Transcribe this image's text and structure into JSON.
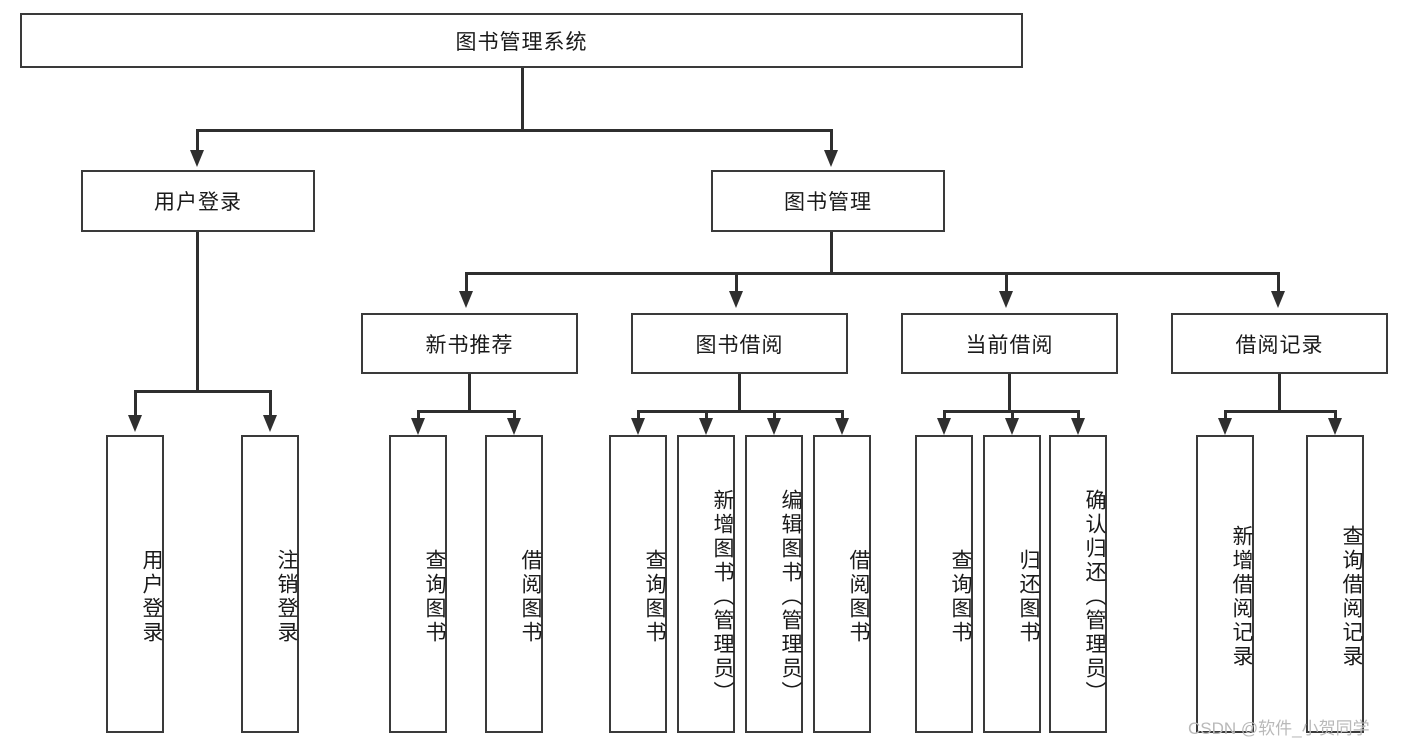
{
  "diagram": {
    "type": "tree-hierarchy-chart",
    "title": "图书管理系统",
    "watermark": "CSDN @软件_小贺同学",
    "colors": {
      "background": "#ffffff",
      "box_border": "#3a3a3a",
      "connector": "#2f2f2f",
      "text": "#1a1a1a",
      "watermark": "#b9b9b9"
    },
    "root": {
      "label": "图书管理系统"
    },
    "level2": [
      {
        "label": "用户登录"
      },
      {
        "label": "图书管理"
      }
    ],
    "level3": [
      {
        "label": "新书推荐"
      },
      {
        "label": "图书借阅"
      },
      {
        "label": "当前借阅"
      },
      {
        "label": "借阅记录"
      }
    ],
    "leaves": {
      "user_login": [
        {
          "label": "用户登录"
        },
        {
          "label": "注销登录"
        }
      ],
      "new_book_recommend": [
        {
          "label": "查询图书"
        },
        {
          "label": "借阅图书"
        }
      ],
      "book_borrow": [
        {
          "label": "查询图书"
        },
        {
          "label": "新增图书（管理员）"
        },
        {
          "label": "编辑图书（管理员）"
        },
        {
          "label": "借阅图书"
        }
      ],
      "current_borrow": [
        {
          "label": "查询图书"
        },
        {
          "label": "归还图书"
        },
        {
          "label": "确认归还（管理员）"
        }
      ],
      "borrow_record": [
        {
          "label": "新增借阅记录"
        },
        {
          "label": "查询借阅记录"
        }
      ]
    }
  }
}
